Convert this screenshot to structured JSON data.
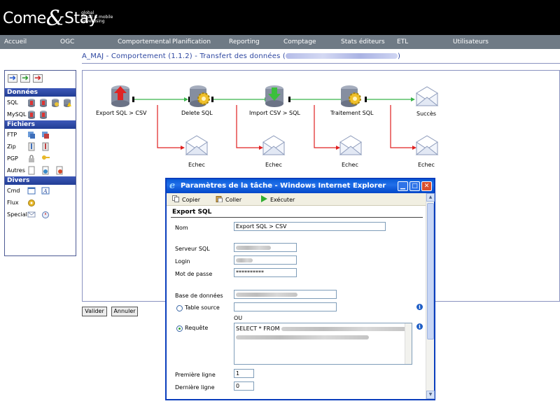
{
  "brand": {
    "logo_left": "Come",
    "logo_amp": "&",
    "logo_right": "Stay",
    "tagline": [
      "global",
      "email & mobile",
      "advertising"
    ]
  },
  "nav": [
    "Accueil",
    "OGC",
    "Comportemental",
    "Planification",
    "Reporting",
    "Comptage",
    "Stats éditeurs",
    "ETL",
    "Utilisateurs"
  ],
  "breadcrumb": {
    "text": "A_MAJ - Comportement (1.1.2) - Transfert des données (",
    "close": ")"
  },
  "palette": {
    "sections": {
      "donnees": "Données",
      "fichiers": "Fichiers",
      "divers": "Divers"
    },
    "rows": {
      "sql": "SQL",
      "mysql": "MySQL",
      "ftp": "FTP",
      "zip": "Zip",
      "pgp": "PGP",
      "autres": "Autres",
      "cmd": "Cmd",
      "flux": "Flux",
      "special": "Special"
    }
  },
  "workflow": {
    "nodes": {
      "export": "Export SQL > CSV",
      "delete": "Delete SQL",
      "import": "Import CSV > SQL",
      "traitement": "Traitement SQL",
      "succes": "Succès"
    },
    "fail_label": "Echec"
  },
  "buttons": {
    "valider": "Valider",
    "annuler": "Annuler"
  },
  "dialog": {
    "title": "Paramètres de la tâche - Windows Internet Explorer",
    "toolbar": {
      "copier": "Copier",
      "coller": "Coller",
      "executer": "Exécuter"
    },
    "section": "Export SQL",
    "fields": {
      "nom_label": "Nom",
      "nom_value": "Export SQL > CSV",
      "serveur_label": "Serveur SQL",
      "login_label": "Login",
      "password_label": "Mot de passe",
      "password_value": "**********",
      "base_label": "Base de données",
      "table_label": "Table source",
      "ou": "OU",
      "requete_label": "Requête",
      "requete_value": "SELECT * FROM",
      "premiere_label": "Première ligne",
      "premiere_value": "1",
      "derniere_label": "Dernière ligne",
      "derniere_value": "0"
    }
  }
}
